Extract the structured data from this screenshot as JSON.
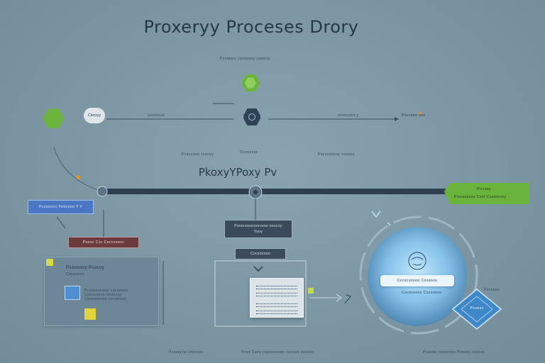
{
  "title": "Proxeryy Proceses Drory",
  "subtitle": "PkoxyYPoxy Pv",
  "labels": {
    "top_small": "Pcoreory cocoovoy cooorry",
    "gear_label": "Clocoyy",
    "arrow_left_label": "cocoocoo",
    "arrow_right_label": "cooocooo  y",
    "right_end_label": "Pcocooo  ooo",
    "mid_left_label": "Pcoccooo coocoy",
    "mid_center_label": "Ocooovoy",
    "mid_right_label": "Poccooocoy cooooo",
    "green_banner_1": "Prrcoxy",
    "green_banner_2": "Processvoy Coof Coooorcey",
    "blue_box": "Pcoooooo Poooooo Y Y",
    "red_label": "Poooc  Coc  Coccooooc",
    "dark_center_1": "Pooocooocoorovoo ooocoy",
    "dark_center_2": "Yooy",
    "dark_center_small": "Cocoovooo",
    "left_panel_title": "Pcoooooy Pcocoy",
    "left_panel_sub": "Cocooooo",
    "left_panel_line1": "Pccoooooooo  cocooooo",
    "left_panel_line2": "Cooocoooo  ooooooy",
    "left_panel_line3": "Coocoooooo  cocooooo",
    "circle_pill": "Cococooooo Coooooo",
    "circle_caption": "Cocovoooo Cocooovo",
    "circle_right_small": "Pccoooo",
    "diamond_text": "Poooov",
    "bottom_1": "Pcooocoo  coocooo",
    "bottom_2": "Pcoo  Coco  cooooooooo  cocooo  cooooo",
    "bottom_3": "Pcoooo  cocooooo  Pcocoy  cooooy"
  },
  "colors": {
    "green_accent": "#6bb43c",
    "timeline": "#2f3f52",
    "blue_box": "#4a76c4",
    "red_label": "#6a3a3c",
    "orange_dot": "#e0962c",
    "circle_glow": "#9fd2f2"
  },
  "icons": [
    "hexagon-green-icon",
    "cloud-icon",
    "gear-icon",
    "hexagon-dark-icon",
    "arrow-icon",
    "document-icon",
    "globe-icon",
    "diamond-icon"
  ]
}
